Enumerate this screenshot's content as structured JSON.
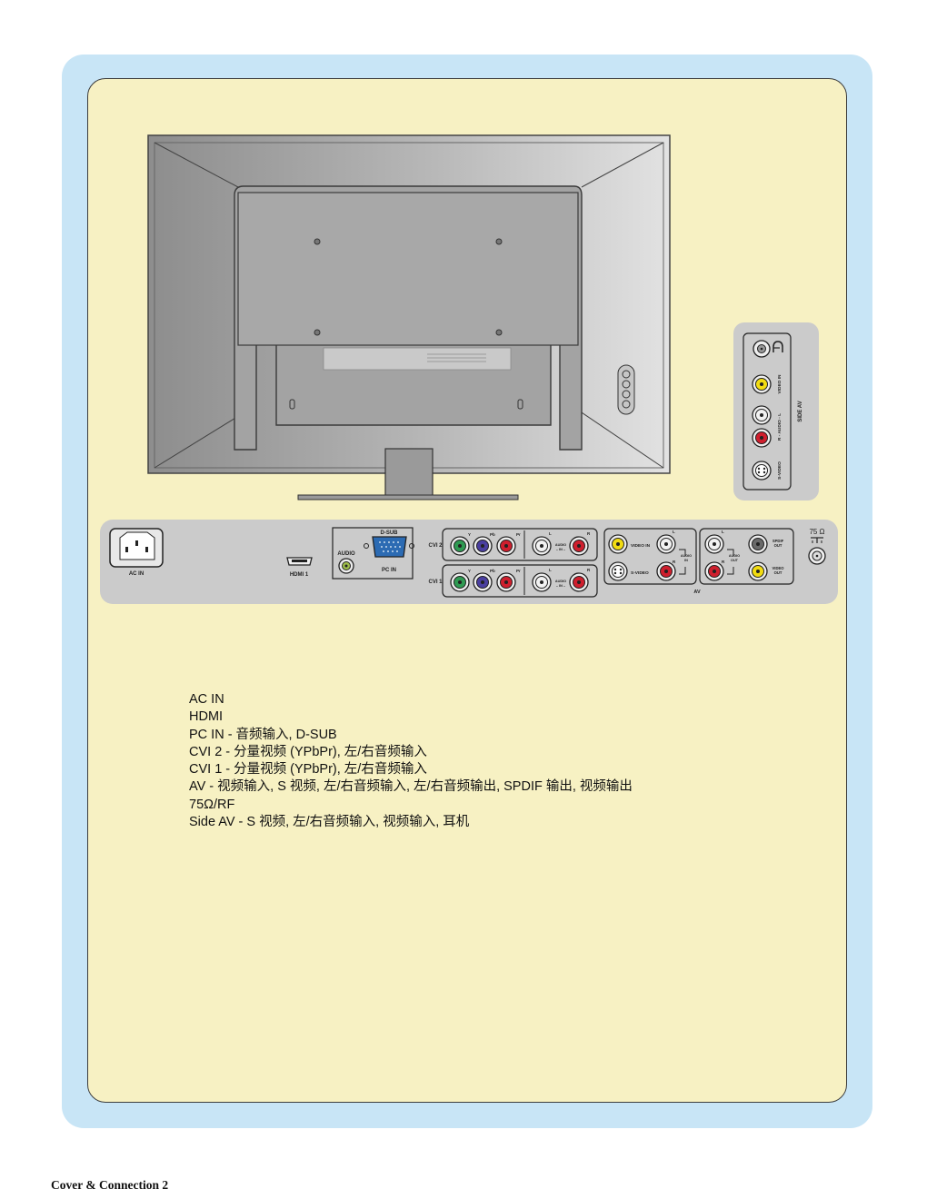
{
  "panel_labels": {
    "ac_in": "AC IN",
    "hdmi1": "HDMI 1",
    "dsub": "D-SUB",
    "audio": "AUDIO",
    "pc_in": "PC IN",
    "cvi2": "CVI 2",
    "cvi1": "CVI 1",
    "y": "Y",
    "pb": "Pb",
    "pr": "Pr",
    "l": "L",
    "r": "R",
    "audio_in_1": "AUDIO",
    "audio_in_2": "– IN –",
    "video_in": "VIDEO IN",
    "svideo": "S-VIDEO",
    "audio_in_v1": "AUDIO",
    "audio_in_v2": "IN",
    "audio_out_v1": "AUDIO",
    "audio_out_v2": "OUT",
    "spdif_1": "SPDIF",
    "spdif_2": "OUT",
    "video_out_1": "VIDEO",
    "video_out_2": "OUT",
    "av": "AV",
    "ohm": "75 Ω"
  },
  "side_labels": {
    "video_in": "VIDEO IN",
    "audio": "R - AUDIO - L",
    "svideo": "S-VIDEO",
    "side_av": "SIDE AV"
  },
  "description": [
    "AC IN",
    "HDMI",
    "PC IN - 音频输入, D-SUB",
    "CVI 2 - 分量视频 (YPbPr), 左/右音频输入",
    "CVI 1 - 分量视频 (YPbPr), 左/右音频输入",
    "AV - 视频输入, S 视频, 左/右音频输入, 左/右音频输出, SPDIF 输出, 视频输出",
    "75Ω/RF",
    "Side AV - S 视频, 左/右音频输入, 视频输入, 耳机"
  ],
  "footer": "Cover & Connection 2",
  "colors": {
    "outer_bg": "#c8e5f6",
    "inner_bg": "#f7f1c3",
    "panel": "#cbcbcb",
    "jack_green": "#2f9a52",
    "jack_blue": "#4a3fa0",
    "jack_red": "#cf1f2e",
    "jack_yellow": "#f2dc12",
    "jack_white": "#f2f2f2"
  }
}
